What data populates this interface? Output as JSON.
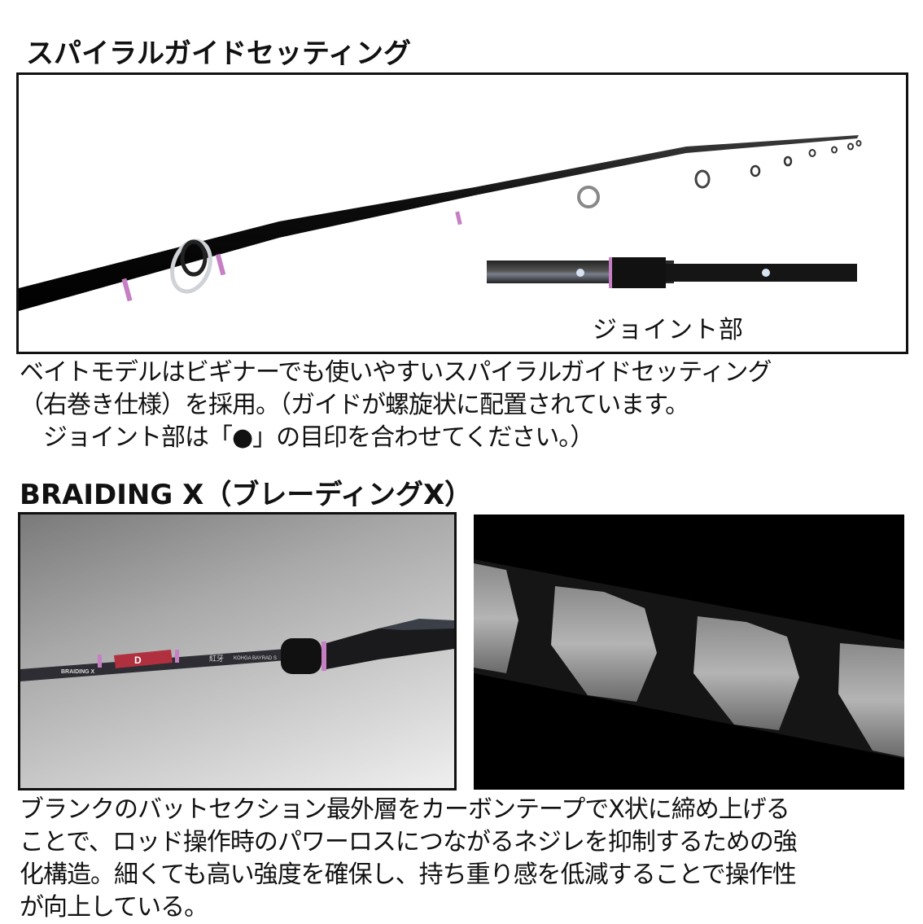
{
  "section1": {
    "title": "スパイラルガイドセッティング",
    "image_caption": "ジョイント部",
    "description_lines": [
      "ベイトモデルはビギナーでも使いやすいスパイラルガイドセッティング",
      "（右巻き仕様）を採用。（ガイドが螺旋状に配置されています。",
      "　ジョイント部は「●」の目印を合わせてください。）"
    ]
  },
  "section2": {
    "title": "BRAIDING X（ブレーディングX）",
    "rod_labels": {
      "braiding": "BRAIDING X",
      "brand": "紅牙",
      "model": "KOHGA BAYRAD S"
    },
    "description_lines": [
      "ブランクのバットセクション最外層をカーボンテープでX状に締め上げる",
      "ことで、ロッド操作時のパワーロスにつながるネジレを抑制するための強",
      "化構造。細くても高い強度を確保し、持ち重り感を低減することで操作性",
      "が向上している。"
    ]
  },
  "colors": {
    "accent_pink": "#c77fc4",
    "rod_red": "#b0303f",
    "frame_border": "#111111"
  }
}
